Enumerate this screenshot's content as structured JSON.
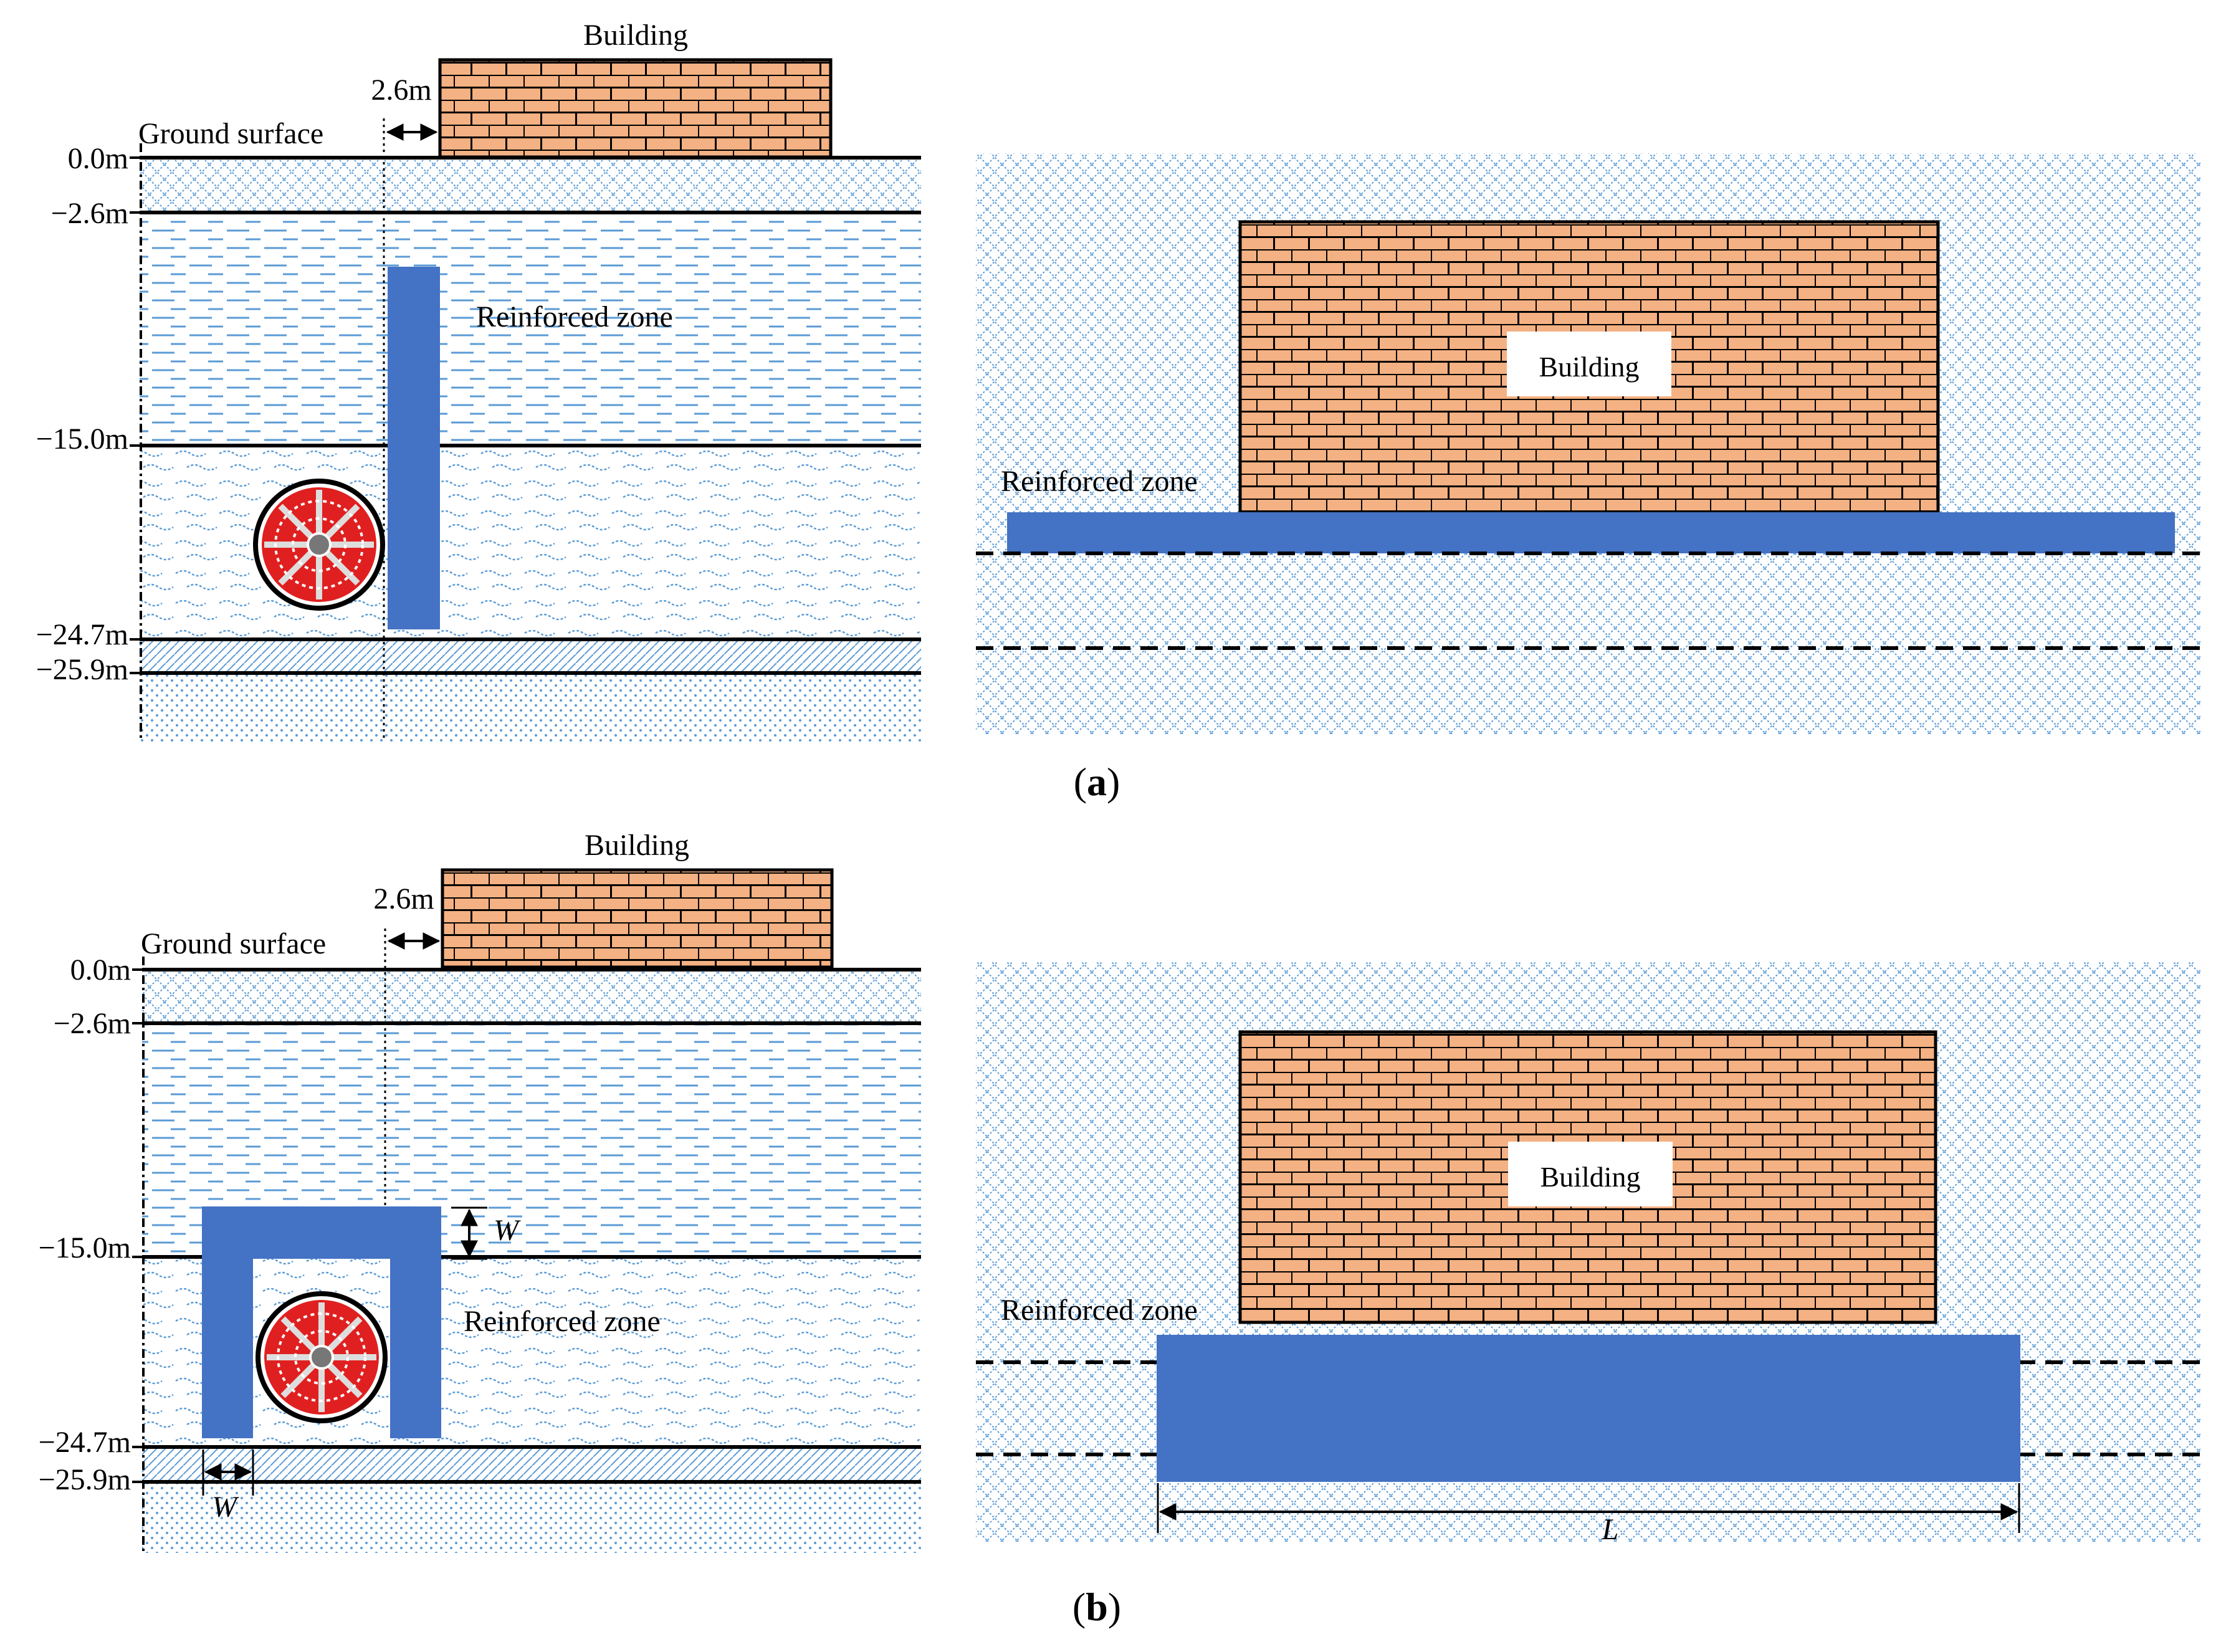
{
  "panel_a": {
    "caption_open": "(",
    "caption_letter": "a",
    "caption_close": ")",
    "section": {
      "building_label": "Building",
      "offset_label": "2.6m",
      "ground_label": "Ground surface",
      "zone_label": "Reinforced zone",
      "depths": [
        "0.0m",
        "−2.6m",
        "−15.0m",
        "−24.7m",
        "−25.9m"
      ]
    },
    "plan": {
      "building_label": "Building",
      "zone_label": "Reinforced zone"
    }
  },
  "panel_b": {
    "caption_open": "(",
    "caption_letter": "b",
    "caption_close": ")",
    "section": {
      "building_label": "Building",
      "offset_label": "2.6m",
      "ground_label": "Ground surface",
      "zone_label": "Reinforced zone",
      "width_label_top": "W",
      "width_label_bottom": "W",
      "depths": [
        "0.0m",
        "−2.6m",
        "−15.0m",
        "−24.7m",
        "−25.9m"
      ]
    },
    "plan": {
      "building_label": "Building",
      "zone_label": "Reinforced zone",
      "length_label": "L"
    }
  },
  "colors": {
    "reinforcement": "#4472C4",
    "brick_fill": "#F4B183",
    "soil_hatch": "#5B9BD5",
    "tbm_red": "#E02020"
  }
}
